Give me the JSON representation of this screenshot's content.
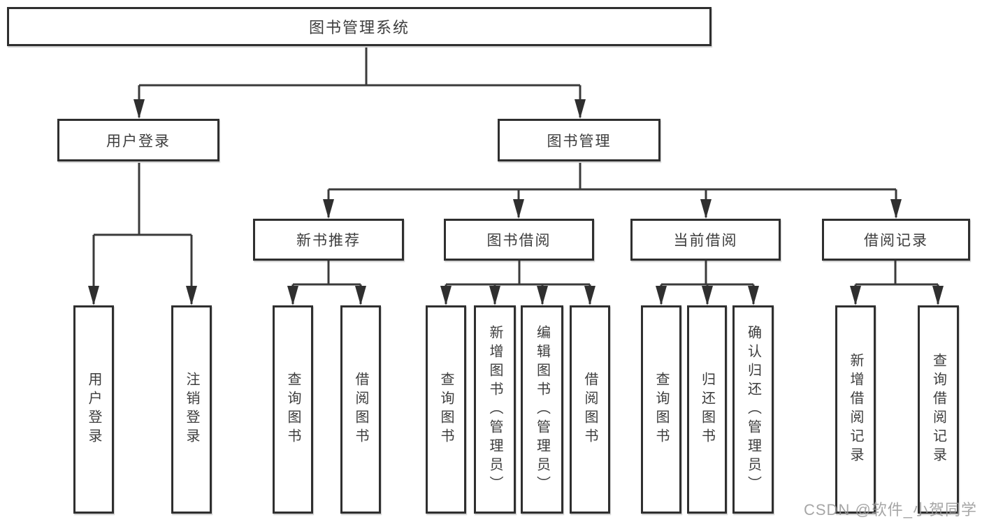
{
  "diagram": {
    "type": "hierarchy-tree",
    "colors": {
      "background": "#ffffff",
      "box_border": "#2f2f2f",
      "connector_line": "#3b3b3b",
      "text": "#3d3d3d",
      "watermark_text": "#969696"
    },
    "root": {
      "label": "图书管理系统"
    },
    "level2": [
      {
        "label": "用户登录"
      },
      {
        "label": "图书管理"
      }
    ],
    "level3": [
      {
        "label": "新书推荐",
        "parent": "图书管理"
      },
      {
        "label": "图书借阅",
        "parent": "图书管理"
      },
      {
        "label": "当前借阅",
        "parent": "图书管理"
      },
      {
        "label": "借阅记录",
        "parent": "图书管理"
      }
    ],
    "leaves": [
      {
        "label": "用户登录",
        "parent": "用户登录"
      },
      {
        "label": "注销登录",
        "parent": "用户登录"
      },
      {
        "label": "查询图书",
        "parent": "新书推荐"
      },
      {
        "label": "借阅图书",
        "parent": "新书推荐"
      },
      {
        "label": "查询图书",
        "parent": "图书借阅"
      },
      {
        "label": "新增图书（管理员）",
        "parent": "图书借阅"
      },
      {
        "label": "编辑图书（管理员）",
        "parent": "图书借阅"
      },
      {
        "label": "借阅图书",
        "parent": "图书借阅"
      },
      {
        "label": "查询图书",
        "parent": "当前借阅"
      },
      {
        "label": "归还图书",
        "parent": "当前借阅"
      },
      {
        "label": "确认归还（管理员）",
        "parent": "当前借阅"
      },
      {
        "label": "新增借阅记录",
        "parent": "借阅记录"
      },
      {
        "label": "查询借阅记录",
        "parent": "借阅记录"
      }
    ]
  },
  "watermark": {
    "text": "CSDN @软件_小贺同学"
  }
}
